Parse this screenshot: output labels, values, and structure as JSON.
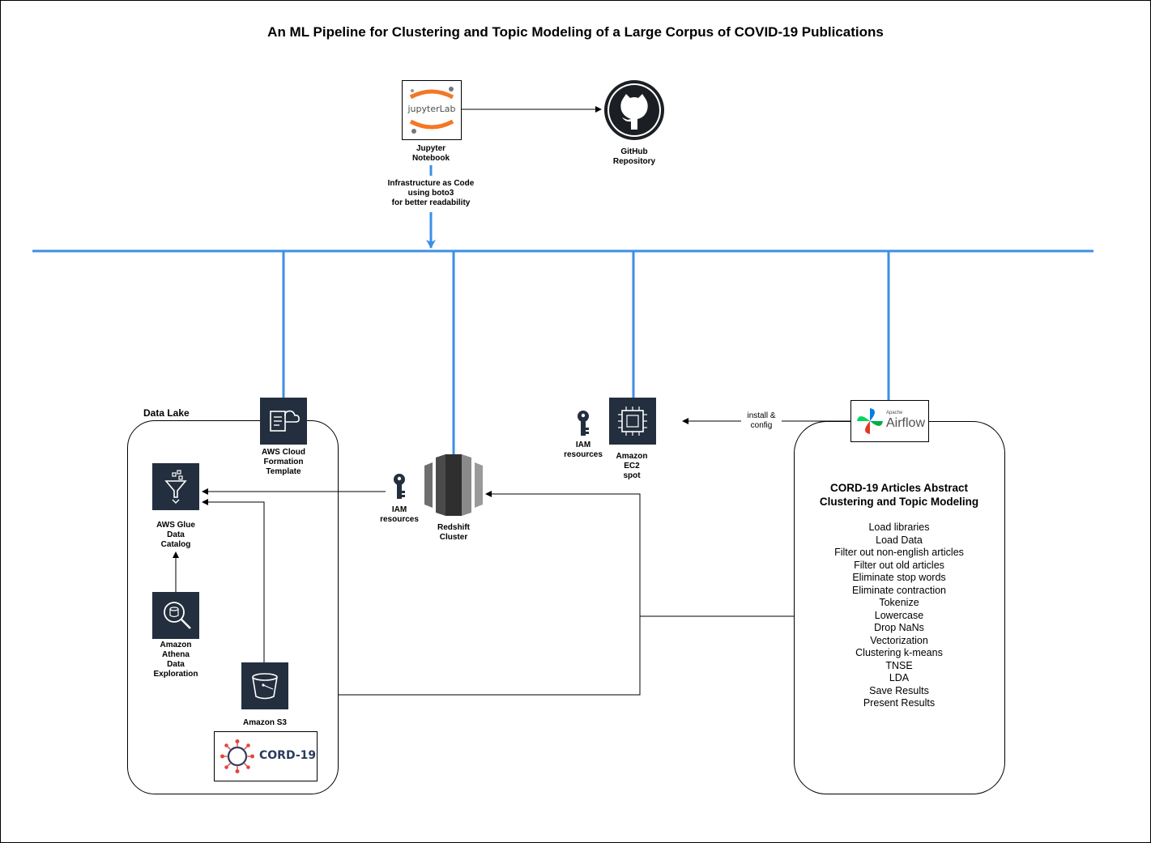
{
  "title": "An ML Pipeline for Clustering and Topic Modeling of a Large Corpus of COVID-19 Publications",
  "jupyter": {
    "logo_text": "jupyterLab",
    "label": [
      "Jupyter",
      "Notebook"
    ]
  },
  "github": {
    "label": [
      "GitHub",
      "Repository"
    ]
  },
  "iac_note": [
    "Infrastructure as Code",
    "using boto3",
    "for better readability"
  ],
  "data_lake": {
    "label": "Data Lake",
    "cloudformation": [
      "AWS Cloud",
      "Formation",
      "Template"
    ],
    "glue": [
      "AWS Glue",
      "Data",
      "Catalog"
    ],
    "athena": [
      "Amazon",
      "Athena",
      "Data",
      "Exploration"
    ],
    "s3": "Amazon S3",
    "cord_logo_text": "CORD-19"
  },
  "redshift": {
    "iam": [
      "IAM",
      "resources"
    ],
    "label": [
      "Redshift",
      "Cluster"
    ]
  },
  "ec2": {
    "iam": [
      "IAM",
      "resources"
    ],
    "label": [
      "Amazon",
      "EC2",
      "spot"
    ]
  },
  "airflow": {
    "small": "Apache",
    "name": "Airflow",
    "install_note": [
      "install &",
      "config"
    ]
  },
  "processing": {
    "heading": [
      "CORD-19 Articles Abstract",
      "Clustering and Topic Modeling"
    ],
    "steps": [
      "Load libraries",
      "Load Data",
      "Filter out non-english articles",
      "Filter out old articles",
      "Eliminate stop words",
      "Eliminate contraction",
      "Tokenize",
      "Lowercase",
      "Drop NaNs",
      "Vectorization",
      "Clustering k-means",
      "TNSE",
      "LDA",
      "Save Results",
      "Present Results"
    ]
  },
  "colors": {
    "bus": "#3d8fe6",
    "aws_tile": "#232f3e",
    "jupyter_orange": "#f37726",
    "cord_red": "#e0473d",
    "cord_navy": "#2b3a5e"
  }
}
